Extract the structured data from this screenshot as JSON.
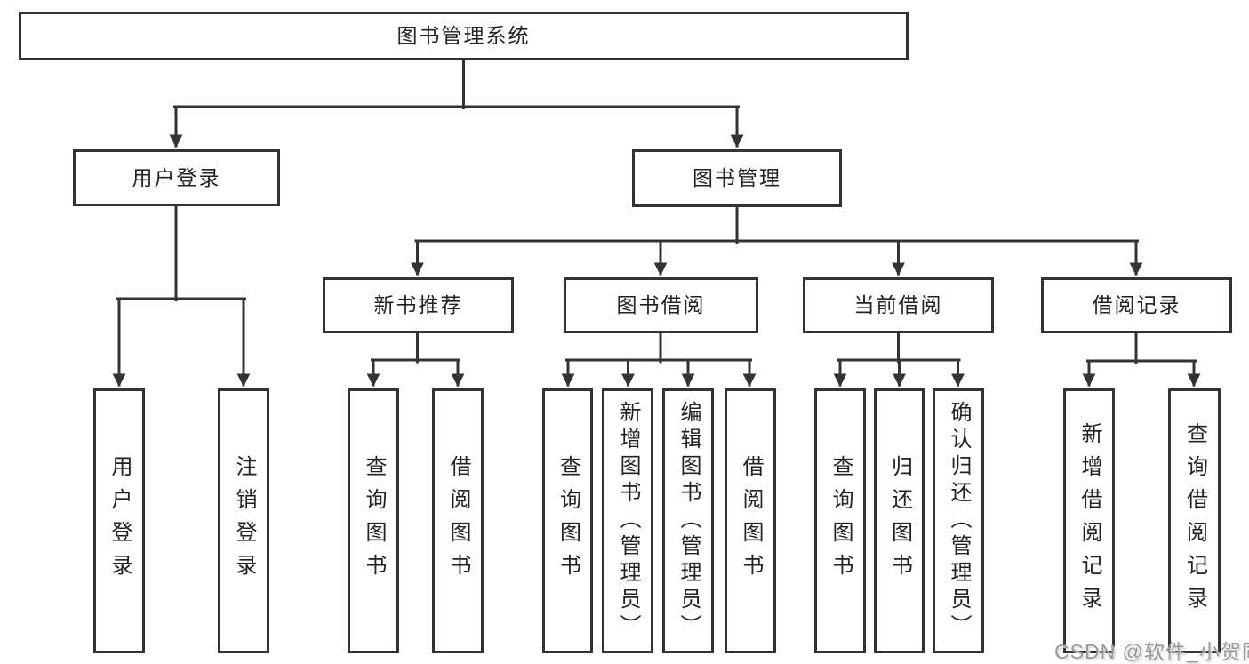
{
  "tree": {
    "label": "图书管理系统",
    "children": [
      {
        "label": "用户登录",
        "children": [
          {
            "label": "用户登录"
          },
          {
            "label": "注销登录"
          }
        ]
      },
      {
        "label": "图书管理",
        "children": [
          {
            "label": "新书推荐",
            "children": [
              {
                "label": "查询图书"
              },
              {
                "label": "借阅图书"
              }
            ]
          },
          {
            "label": "图书借阅",
            "children": [
              {
                "label": "查询图书"
              },
              {
                "label": "新增图书（管理员）"
              },
              {
                "label": "编辑图书（管理员）"
              },
              {
                "label": "借阅图书"
              }
            ]
          },
          {
            "label": "当前借阅",
            "children": [
              {
                "label": "查询图书"
              },
              {
                "label": "归还图书"
              },
              {
                "label": "确认归还（管理员）"
              }
            ]
          },
          {
            "label": "借阅记录",
            "children": [
              {
                "label": "新增借阅记录"
              },
              {
                "label": "查询借阅记录"
              }
            ]
          }
        ]
      }
    ]
  },
  "watermark": {
    "text": "CSDN @软件_小贺同学"
  },
  "colors": {
    "line": "#333333",
    "box_border": "#333333",
    "box_fill": "#ffffff",
    "text": "#222222",
    "watermark": "#9a9a9a"
  }
}
